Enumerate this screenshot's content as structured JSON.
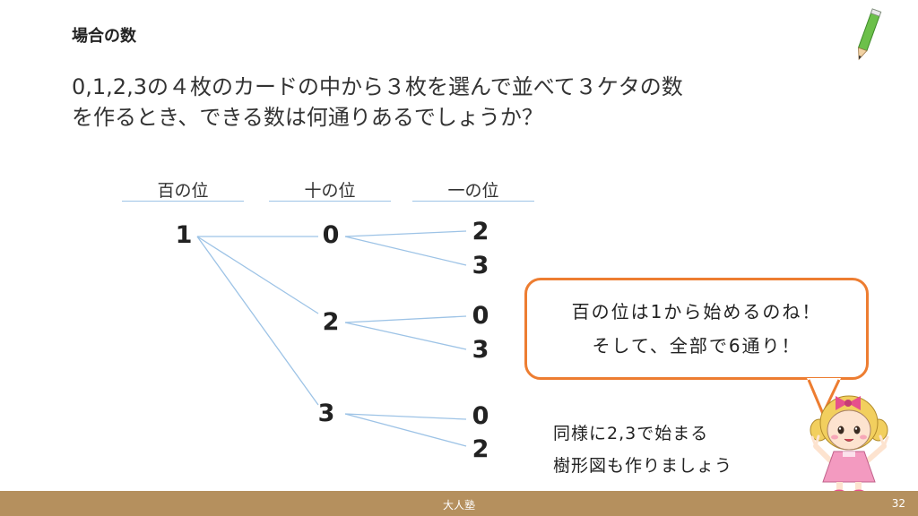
{
  "header": {
    "title": "場合の数"
  },
  "question": {
    "line1": "0,1,2,3の４枚のカードの中から３枚を選んで並べて３ケタの数",
    "line2": "を作るとき、できる数は何通りあるでしょうか？"
  },
  "columns": {
    "hundreds": "百の位",
    "tens": "十の位",
    "ones": "一の位"
  },
  "tree": {
    "root": "1",
    "branches": [
      {
        "tens": "0",
        "ones": [
          "2",
          "3"
        ]
      },
      {
        "tens": "2",
        "ones": [
          "0",
          "3"
        ]
      },
      {
        "tens": "3",
        "ones": [
          "0",
          "2"
        ]
      }
    ]
  },
  "bubble": {
    "line1": "百の位は1から始めるのね！",
    "line2": "そして、全部で6通り！"
  },
  "note": {
    "line1": "同様に2,3で始まる",
    "line2": "樹形図も作りましょう"
  },
  "footer": {
    "brand": "大人塾",
    "page": "32"
  },
  "colors": {
    "accent": "#ed7d31",
    "line": "#9dc3e6",
    "footer": "#b5905e"
  },
  "icons": {
    "pencil": "pencil-icon",
    "mascot": "girl-mascot-illustration"
  }
}
